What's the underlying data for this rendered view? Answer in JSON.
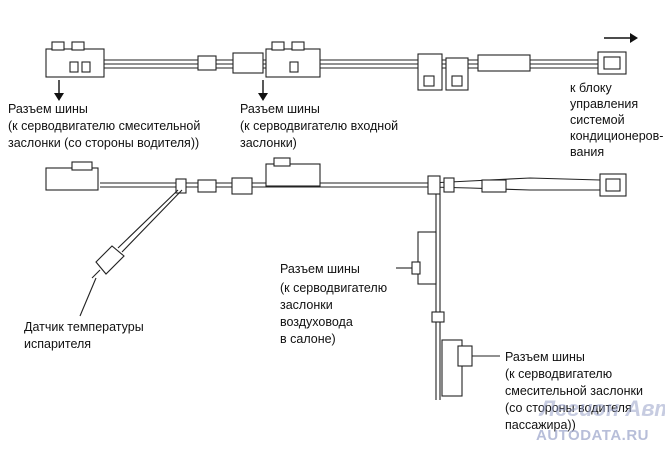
{
  "labels": {
    "driver_mix": [
      "Разъем шины",
      "(к серводвигателю смесительной",
      "заслонки (со стороны водителя))"
    ],
    "intake": [
      "Разъем шины",
      "(к серводвигателю входной",
      "заслонки)"
    ],
    "control_unit": [
      "к блоку",
      "управления",
      "системой",
      "кондиционеров-",
      "вания"
    ],
    "evap_sensor": [
      "Датчик температуры",
      "испарителя"
    ],
    "cabin_duct": [
      "Разъем шины",
      "(к серводвигателю",
      "заслонки",
      "воздуховода",
      "в салоне)"
    ],
    "passenger_mix": [
      "Разъем шины",
      "(к серводвигателю",
      "смесительной заслонки",
      "(со стороны водителя",
      "пассажира))"
    ]
  },
  "watermark": {
    "brand": "Легион Автодата",
    "site": "AUTODATA.RU"
  }
}
